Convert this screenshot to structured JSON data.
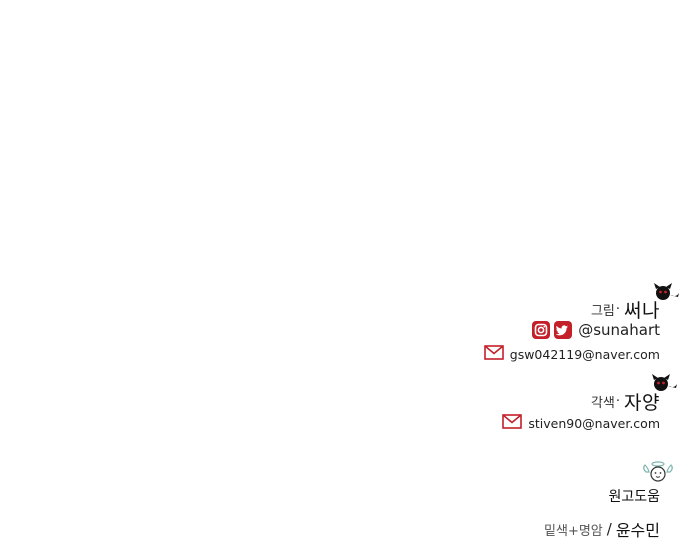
{
  "credits": {
    "art": {
      "role": "그림",
      "dot": "·",
      "name": "써나",
      "handle": "@sunahart",
      "email": "gsw042119@naver.com"
    },
    "adaptation": {
      "role": "각색",
      "dot": "·",
      "name": "자양",
      "email": "stiven90@naver.com"
    },
    "assistance": {
      "title": "원고도움",
      "role": "밑색+명암",
      "separator": "/",
      "name": "윤수민"
    }
  },
  "icons": {
    "social": [
      "instagram-icon",
      "twitter-icon"
    ],
    "mail": "mail-icon",
    "mascot_art": "devil-mascot-icon",
    "mascot_adaptation": "devil-mascot-icon",
    "mascot_assistance": "angel-mascot-icon"
  },
  "colors": {
    "accent": "#c3202a",
    "text": "#222222",
    "angel": "#7fb7b0"
  }
}
